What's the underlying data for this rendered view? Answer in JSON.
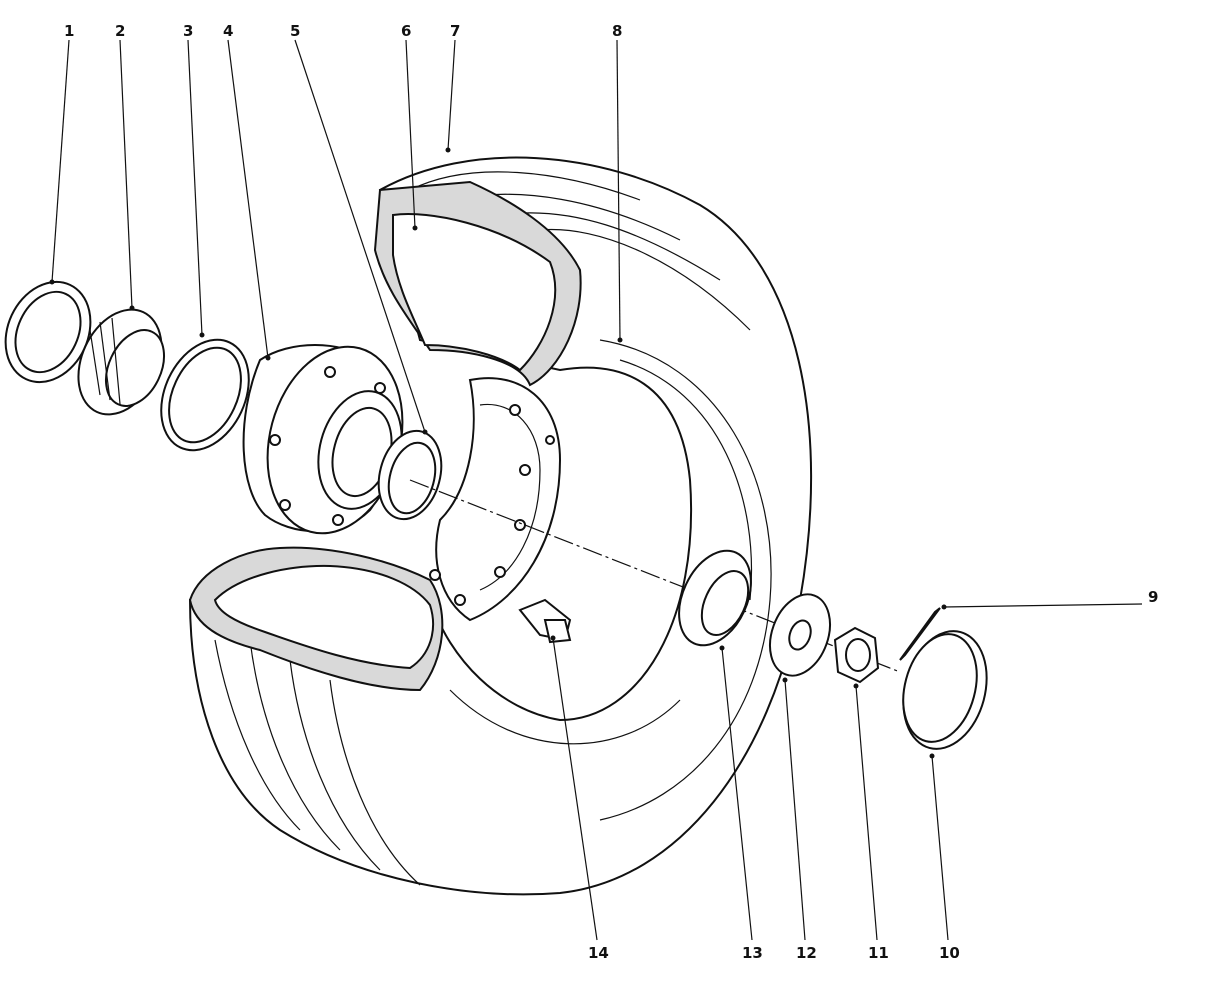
{
  "diagram": {
    "callouts": [
      {
        "id": "c1",
        "label": "1"
      },
      {
        "id": "c2",
        "label": "2"
      },
      {
        "id": "c3",
        "label": "3"
      },
      {
        "id": "c4",
        "label": "4"
      },
      {
        "id": "c5",
        "label": "5"
      },
      {
        "id": "c6",
        "label": "6"
      },
      {
        "id": "c7",
        "label": "7"
      },
      {
        "id": "c8",
        "label": "8"
      },
      {
        "id": "c9",
        "label": "9"
      },
      {
        "id": "c10",
        "label": "10"
      },
      {
        "id": "c11",
        "label": "11"
      },
      {
        "id": "c12",
        "label": "12"
      },
      {
        "id": "c13",
        "label": "13"
      },
      {
        "id": "c14",
        "label": "14"
      }
    ]
  }
}
